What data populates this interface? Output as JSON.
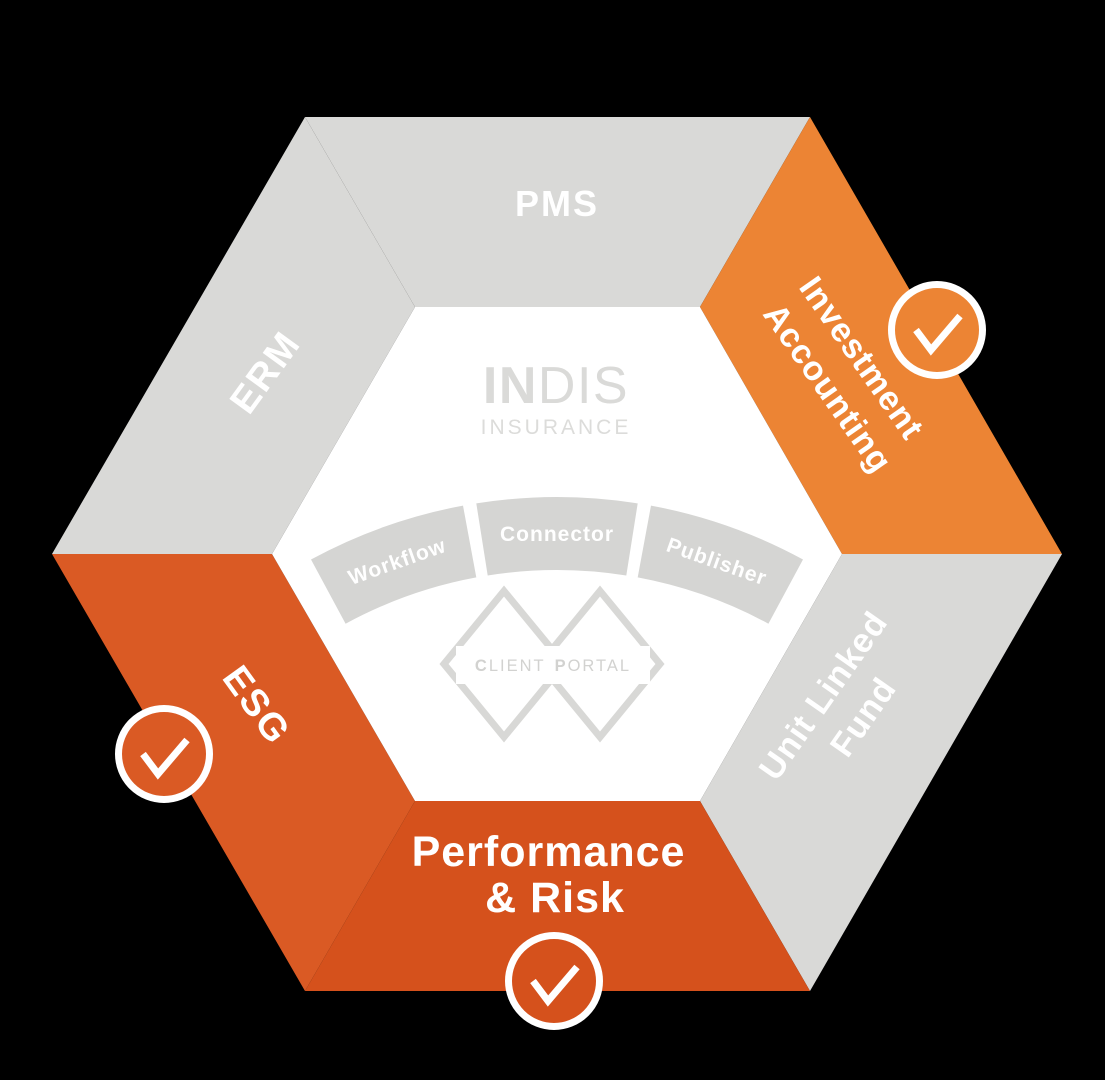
{
  "colors": {
    "background": "#000000",
    "gray_segment": "#D9D9D7",
    "inner_white": "#FFFFFF",
    "orange_light": "#EC8434",
    "orange_mid": "#DA5A24",
    "orange_deep": "#D5511C",
    "band_gray": "#D5D5D3",
    "logo_gray": "#DADAD8",
    "logo_sub_gray": "#DCDCDA",
    "portal_gray": "#D8D8D6",
    "portal_text_gray": "#D2D2D0",
    "label_white": "#FFFFFF"
  },
  "brand": {
    "name_bold": "IN",
    "name_light": "DIS",
    "subtitle": "INSURANCE"
  },
  "modules": {
    "workflow": "Workflow",
    "connector": "Connector",
    "publisher": "Publisher"
  },
  "client_portal": {
    "c": "C",
    "lient": "LIENT",
    "p": "P",
    "ortal": "ORTAL"
  },
  "segments": {
    "pms": {
      "label": "PMS",
      "checked": false
    },
    "investment_accounting": {
      "line1": "Investment",
      "line2": "Accounting",
      "checked": true
    },
    "unit_linked_fund": {
      "line1": "Unit Linked",
      "line2": "Fund",
      "checked": false
    },
    "performance_risk": {
      "line1": "Performance",
      "line2": "& Risk",
      "checked": true
    },
    "esg": {
      "label": "ESG",
      "checked": true
    },
    "erm": {
      "label": "ERM",
      "checked": false
    }
  },
  "icons": {
    "check": "✓"
  }
}
